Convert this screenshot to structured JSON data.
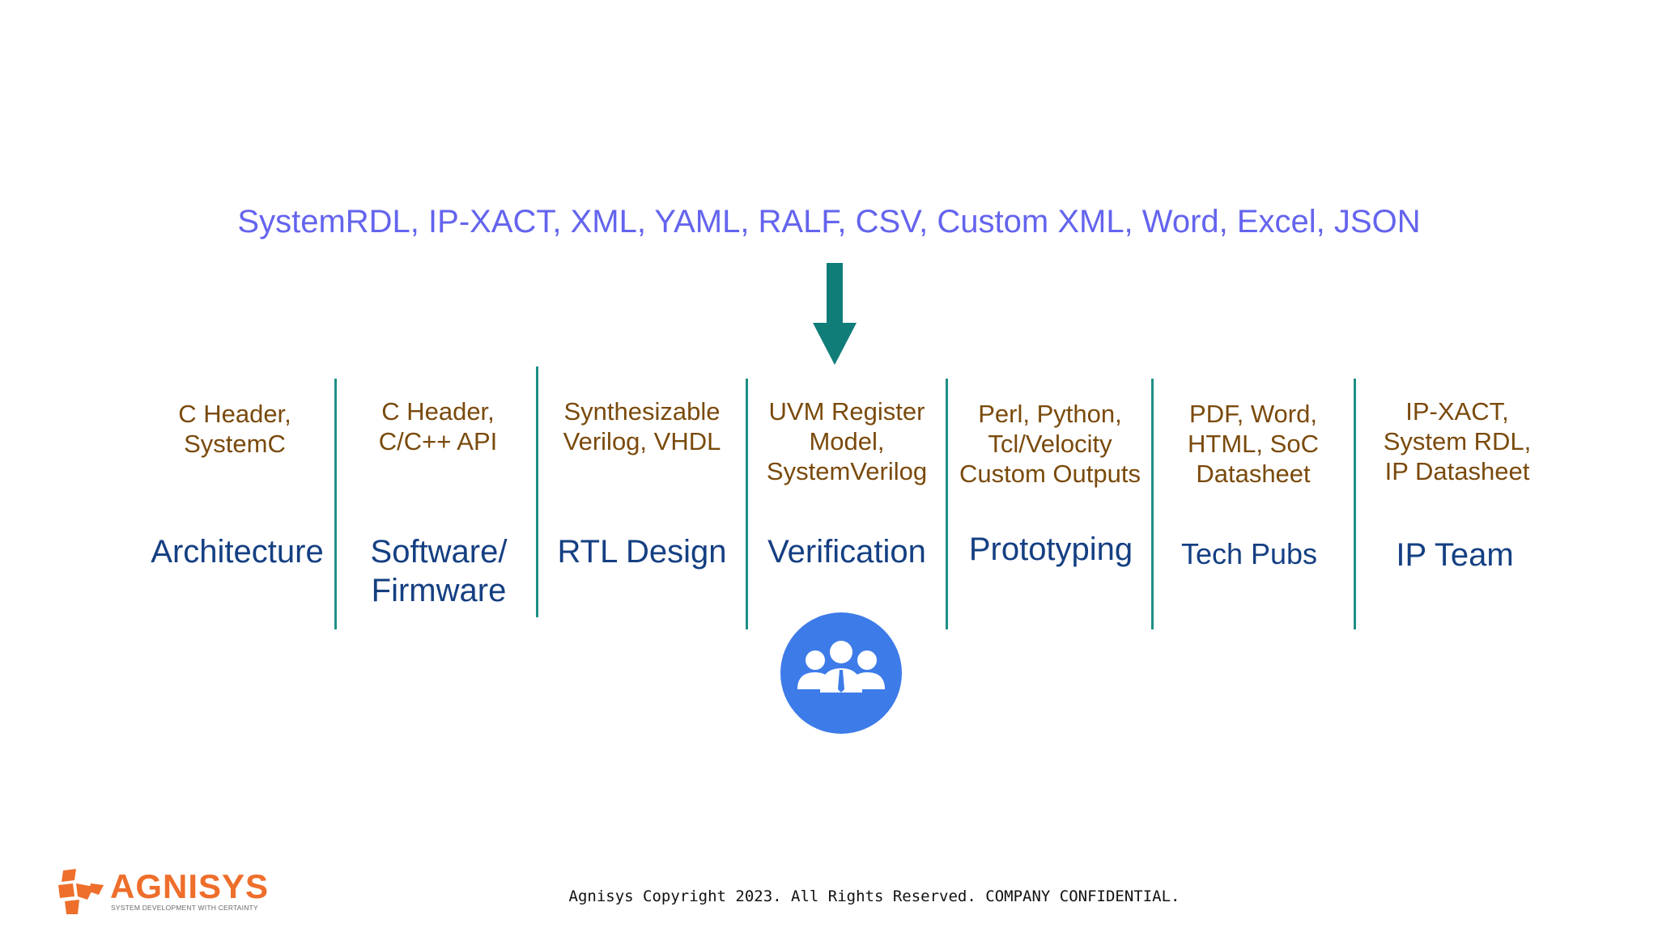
{
  "inputs": {
    "text": "SystemRDL, IP-XACT, XML, YAML, RALF, CSV, Custom XML, Word, Excel, JSON",
    "color": "#6464ee"
  },
  "colors": {
    "arrow": "#117d79",
    "divider": "#1f8f86",
    "output_text": "#7a4a0c",
    "role_text": "#143f82",
    "team_circle": "#3d7be8",
    "logo_orange": "#ee6e2b",
    "logo_tag": "#6b6b6b"
  },
  "columns": [
    {
      "outputs": [
        "C Header,",
        "SystemC"
      ],
      "role": [
        "Architecture"
      ]
    },
    {
      "outputs": [
        "C Header,",
        "C/C++ API"
      ],
      "role": [
        "Software/",
        "Firmware"
      ]
    },
    {
      "outputs": [
        "Synthesizable",
        "Verilog, VHDL"
      ],
      "role": [
        "RTL Design"
      ]
    },
    {
      "outputs": [
        "UVM Register",
        "Model,",
        "SystemVerilog"
      ],
      "role": [
        "Verification"
      ]
    },
    {
      "outputs": [
        "Perl, Python,",
        "Tcl/Velocity",
        "Custom Outputs"
      ],
      "role": [
        "Prototyping"
      ]
    },
    {
      "outputs": [
        "PDF, Word,",
        "HTML, SoC",
        "Datasheet"
      ],
      "role": [
        "Tech Pubs"
      ]
    },
    {
      "outputs": [
        "IP-XACT,",
        "System RDL,",
        "IP Datasheet"
      ],
      "role": [
        "IP Team"
      ]
    }
  ],
  "center_icon": "team-people-icon",
  "logo": {
    "icon": "agnisys-logo-icon",
    "name": "AGNISYS",
    "tagline": "SYSTEM DEVELOPMENT WITH CERTAINTY"
  },
  "footer": {
    "copyright": "Agnisys Copyright 2023. All Rights Reserved. COMPANY CONFIDENTIAL."
  }
}
